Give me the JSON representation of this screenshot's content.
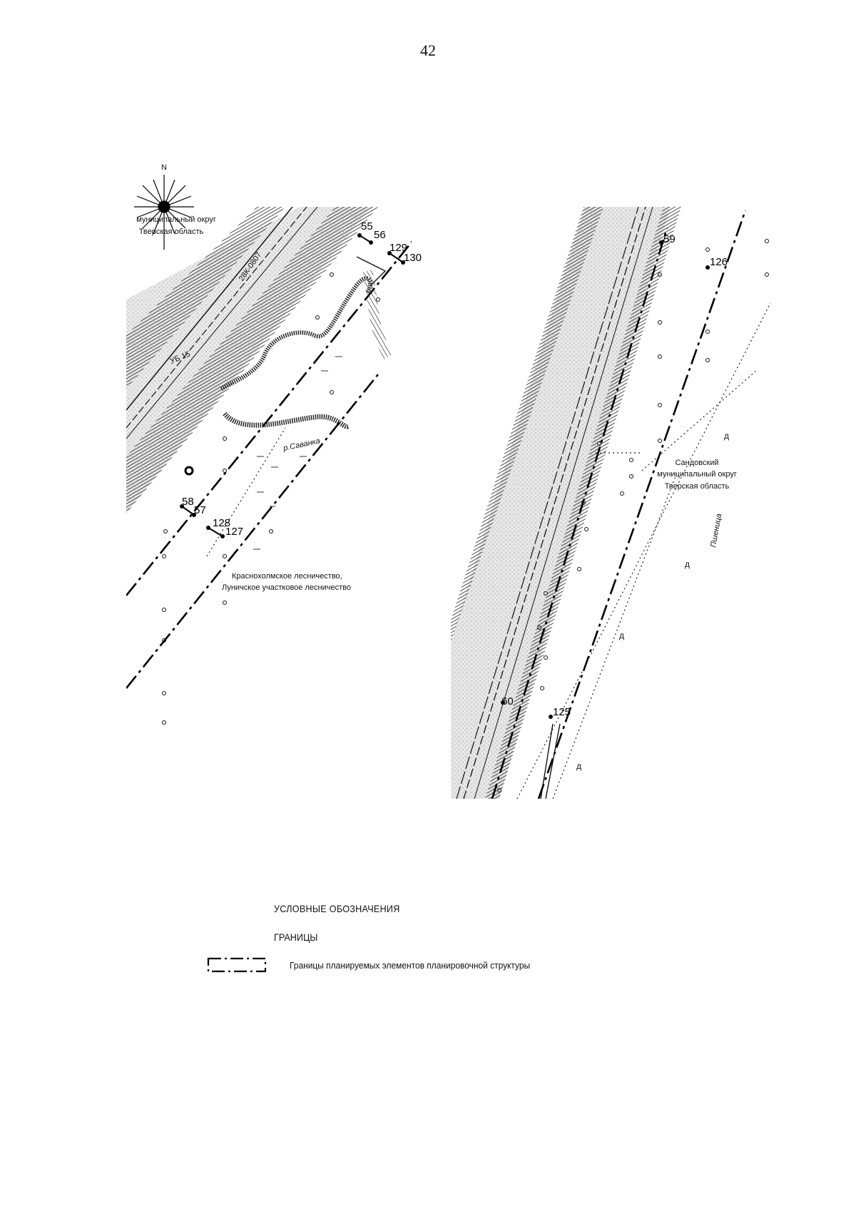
{
  "page": {
    "number": "42"
  },
  "compass": {
    "north_label": "N"
  },
  "left_map": {
    "district_label_line1": "муниципальный округ",
    "district_label_line2": "Тверская область",
    "road_label_1": "28К-0807",
    "road_label_2": "УБ 15",
    "river_label": "р.Саванка",
    "forestry_label_line1": "Краснохолмское лесничество,",
    "forestry_label_line2": "Луничское участковое лесничество",
    "points": {
      "p55": "55",
      "p56": "56",
      "p129": "129",
      "p130": "130",
      "p58": "58",
      "p57": "57",
      "p128": "128",
      "p127": "127"
    }
  },
  "right_map": {
    "district_label_line1": "Сандовский",
    "district_label_line2": "муниципальный округ",
    "district_label_line3": "Тверская область",
    "river_label": "Пшеница",
    "points": {
      "p59": "59",
      "p126": "126",
      "p60": "60",
      "p125": "125"
    }
  },
  "legend": {
    "title": "УСЛОВНЫЕ ОБОЗНАЧЕНИЯ",
    "section": "ГРАНИЦЫ",
    "items": [
      {
        "label": "Границы планируемых элементов планировочной структуры"
      }
    ]
  },
  "colors": {
    "line": "#111111",
    "hatch": "#333333",
    "shade": "#d6d6d6"
  }
}
